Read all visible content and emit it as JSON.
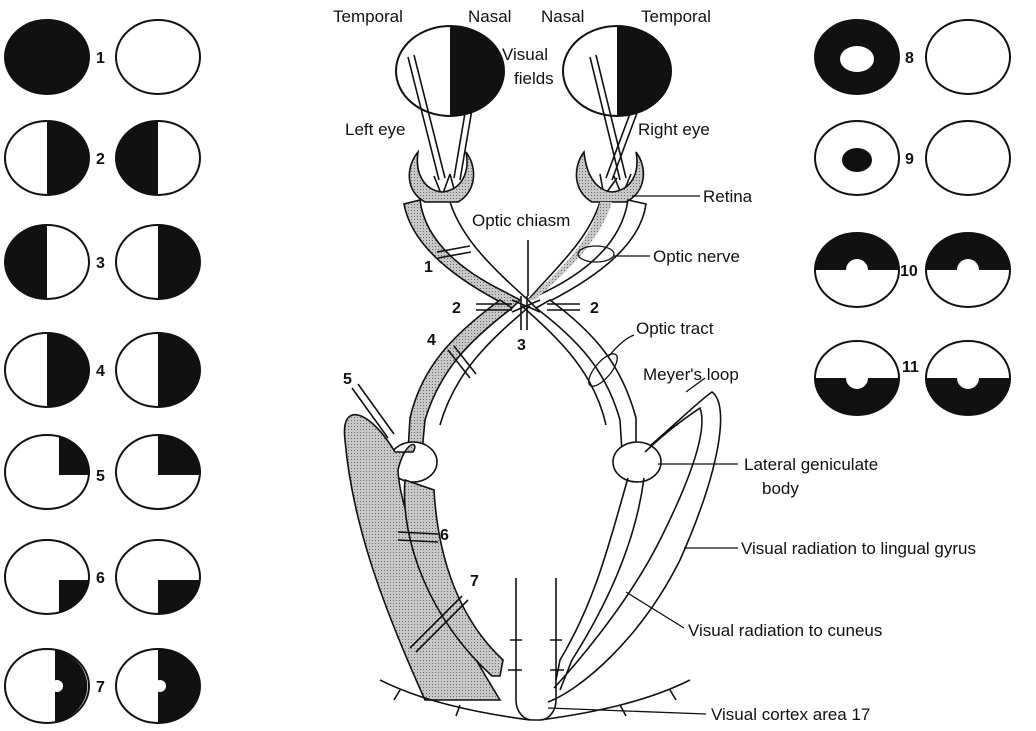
{
  "top_labels": {
    "left_temporal": "Temporal",
    "left_nasal": "Nasal",
    "right_nasal": "Nasal",
    "right_temporal": "Temporal",
    "visual_fields_line1": "Visual",
    "visual_fields_line2": "fields"
  },
  "structure_labels": {
    "left_eye": "Left eye",
    "right_eye": "Right eye",
    "retina": "Retina",
    "optic_chiasm": "Optic chiasm",
    "optic_nerve": "Optic nerve",
    "optic_tract": "Optic tract",
    "meyers_loop": "Meyer's loop",
    "lgb_line1": "Lateral geniculate",
    "lgb_line2": "body",
    "radiation_lingual": "Visual radiation to lingual gyrus",
    "radiation_cuneus": "Visual radiation to cuneus",
    "visual_cortex": "Visual cortex area 17"
  },
  "lesion_labels": [
    "1",
    "2",
    "2",
    "3",
    "4",
    "5",
    "6",
    "7"
  ],
  "field_defect_numbers_left": [
    "1",
    "2",
    "3",
    "4",
    "5",
    "6",
    "7"
  ],
  "field_defect_numbers_right": [
    "8",
    "9",
    "10",
    "11"
  ],
  "colors": {
    "ink": "#111111",
    "shade": "#b0b0b0",
    "paper": "#ffffff"
  }
}
